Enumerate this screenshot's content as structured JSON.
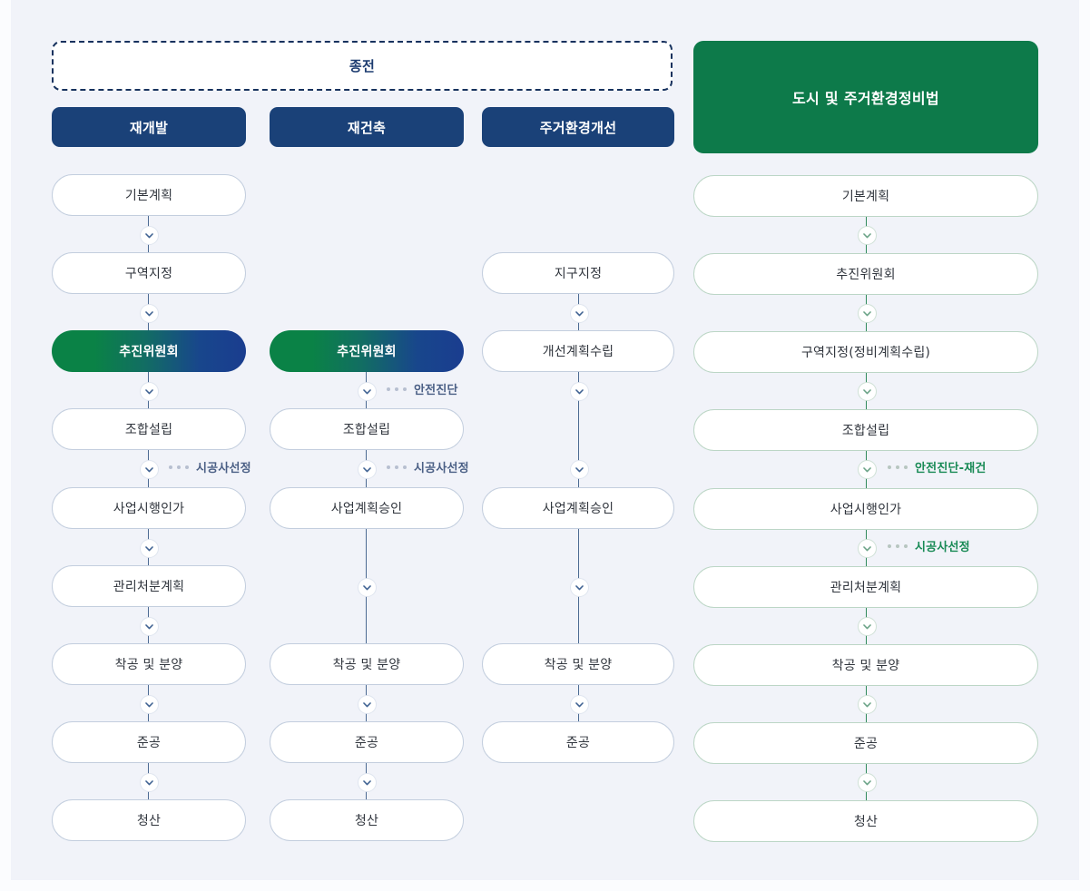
{
  "legacy": {
    "label": "종전"
  },
  "colors": {
    "background": "#f1f3f9",
    "header_blue": "#1a4178",
    "header_green": "#0d7a4a",
    "accent_gradient_start": "#0a8246",
    "accent_gradient_end": "#1a3d8f",
    "node_border_blue": "#c3cede",
    "node_border_green": "#bcd6c6",
    "connector_blue": "#4c6a92",
    "connector_green": "#2f8a5c",
    "note_blue": "#4a5f85",
    "note_green": "#188a55"
  },
  "columns": [
    {
      "id": "redevelopment",
      "header": "재개발",
      "header_style": "blue",
      "steps": [
        {
          "label": "기본계획",
          "style": "plain"
        },
        {
          "label": "구역지정",
          "style": "plain"
        },
        {
          "label": "추진위원회",
          "style": "accent"
        },
        {
          "label": "조합설립",
          "style": "plain"
        },
        {
          "label": "사업시행인가",
          "style": "plain"
        },
        {
          "label": "관리처분계획",
          "style": "plain"
        },
        {
          "label": "착공 및 분양",
          "style": "plain"
        },
        {
          "label": "준공",
          "style": "plain"
        },
        {
          "label": "청산",
          "style": "plain"
        }
      ],
      "notes": [
        {
          "after_step": "조합설립",
          "label": "시공사선정"
        }
      ]
    },
    {
      "id": "reconstruction",
      "header": "재건축",
      "header_style": "blue",
      "steps": [
        {
          "label": "추진위원회",
          "style": "accent"
        },
        {
          "label": "조합설립",
          "style": "plain"
        },
        {
          "label": "사업계획승인",
          "style": "plain"
        },
        {
          "label": "착공 및 분양",
          "style": "plain"
        },
        {
          "label": "준공",
          "style": "plain"
        },
        {
          "label": "청산",
          "style": "plain"
        }
      ],
      "notes": [
        {
          "after_step": "추진위원회",
          "label": "안전진단"
        },
        {
          "after_step": "조합설립",
          "label": "시공사선정"
        }
      ]
    },
    {
      "id": "residential-improvement",
      "header": "주거환경개선",
      "header_style": "blue",
      "steps": [
        {
          "label": "지구지정",
          "style": "plain"
        },
        {
          "label": "개선계획수립",
          "style": "plain"
        },
        {
          "label": "사업계획승인",
          "style": "plain"
        },
        {
          "label": "착공 및 분양",
          "style": "plain"
        },
        {
          "label": "준공",
          "style": "plain"
        }
      ],
      "notes": []
    },
    {
      "id": "urban-housing-act",
      "header": "도시 및 주거환경정비법",
      "header_style": "green",
      "steps": [
        {
          "label": "기본계획",
          "style": "plain"
        },
        {
          "label": "추진위원회",
          "style": "plain"
        },
        {
          "label": "구역지정(정비계획수립)",
          "style": "plain"
        },
        {
          "label": "조합설립",
          "style": "plain"
        },
        {
          "label": "사업시행인가",
          "style": "plain"
        },
        {
          "label": "관리처분계획",
          "style": "plain"
        },
        {
          "label": "착공 및 분양",
          "style": "plain"
        },
        {
          "label": "준공",
          "style": "plain"
        },
        {
          "label": "청산",
          "style": "plain"
        }
      ],
      "notes": [
        {
          "after_step": "조합설립",
          "label": "안전진단-재건"
        },
        {
          "after_step": "사업시행인가",
          "label": "시공사선정"
        }
      ]
    }
  ]
}
